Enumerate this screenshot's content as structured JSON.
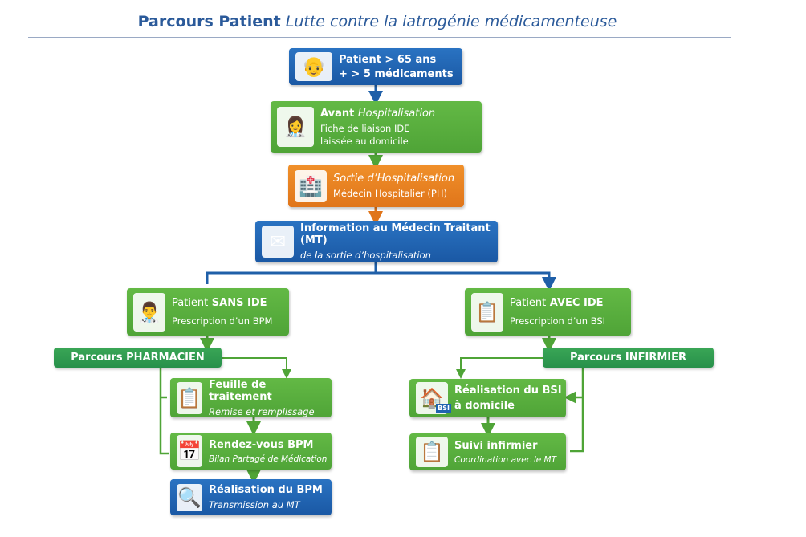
{
  "title": {
    "bold": "Parcours Patient",
    "italic": "Lutte contre la iatrogénie médicamenteuse"
  },
  "nodes": {
    "patient": {
      "line1": "Patient > 65 ans",
      "line2": "+ > 5 médicaments",
      "icon": "elderly-couple-icon"
    },
    "avant": {
      "bold": "Avant",
      "italic": "Hospitalisation",
      "line2": "Fiche de liaison IDE",
      "line3": "laissée au domicile",
      "icon": "nurse-icon"
    },
    "sortie": {
      "line1": "Sortie d’Hospitalisation",
      "line2": "Médecin Hospitalier (PH)",
      "icon": "hospital-icon"
    },
    "info": {
      "line1": "Information au Médecin Traitant (MT)",
      "line2": "de la sortie d’hospitalisation",
      "icon": "doctor-mail-icon"
    },
    "sans": {
      "prefix": "Patient",
      "bold": "SANS IDE",
      "line2": "Prescription d’un BPM",
      "icon": "doctor-icon"
    },
    "avec": {
      "prefix": "Patient",
      "bold": "AVEC IDE",
      "line2": "Prescription d’un BSI",
      "icon": "nurse-clipboard-icon"
    },
    "pharmacien": {
      "label": "Parcours PHARMACIEN"
    },
    "infirmier": {
      "label": "Parcours INFIRMIER"
    },
    "feuille": {
      "line1": "Feuille de traitement",
      "line2": "Remise et remplissage",
      "icon": "checklist-icon"
    },
    "rdv": {
      "line1": "Rendez-vous BPM",
      "line2": "Bilan Partagé de Médication",
      "icon": "calendar-clock-icon"
    },
    "bpm": {
      "line1": "Réalisation du BPM",
      "line2": "Transmission au MT",
      "icon": "magnifier-pill-icon"
    },
    "bsi": {
      "line1": "Réalisation du BSI",
      "line2": "à domicile",
      "icon": "house-bsi-icon",
      "badge": "BSI"
    },
    "suivi": {
      "line1": "Suivi infirmier",
      "line2": "Coordination avec le MT",
      "icon": "clipboard-pill-icon"
    }
  },
  "colors": {
    "green": "#58ae3d",
    "dark_green": "#2e9a4d",
    "blue": "#1f63b0",
    "orange": "#e8801f",
    "title": "#2b5a9a"
  }
}
